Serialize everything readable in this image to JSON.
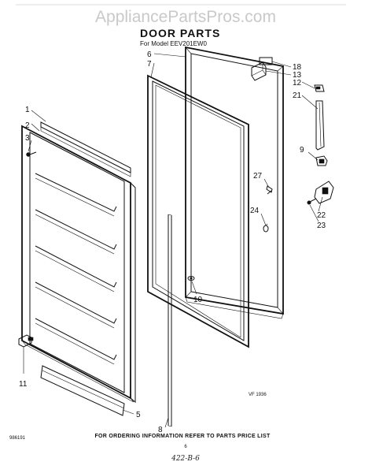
{
  "watermark": "AppliancePartsPros.com",
  "header": {
    "title": "DOOR PARTS",
    "model_line": "For Model EEV201EW0"
  },
  "callouts": {
    "c1": "1",
    "c2": "2",
    "c3": "3",
    "c5": "5",
    "c6": "6",
    "c7": "7",
    "c8": "8",
    "c9": "9",
    "c10": "10",
    "c11": "11",
    "c12": "12",
    "c13": "13",
    "c18": "18",
    "c21": "21",
    "c22": "22",
    "c23": "23",
    "c24": "24",
    "c27": "27"
  },
  "figure_code": "VF 1936",
  "footer_note": "FOR ORDERING INFORMATION REFER TO PARTS PRICE LIST",
  "page_number": "6",
  "doc_code": "986191",
  "handwritten": "422-B-6"
}
